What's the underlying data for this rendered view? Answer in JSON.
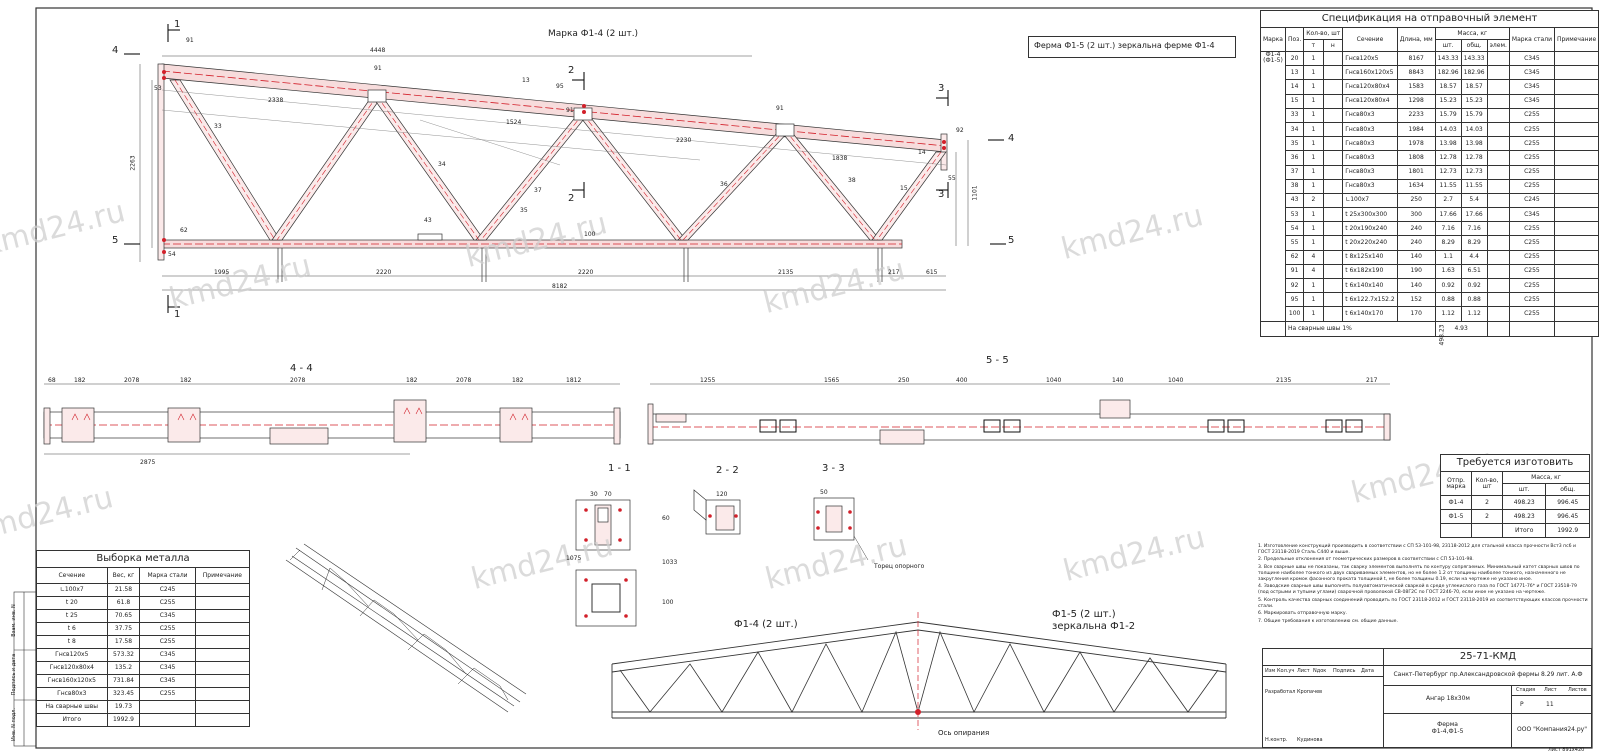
{
  "main": {
    "title": "Марка Ф1-4 (2 шт.)",
    "mirror_note": "Ферма Ф1-5 (2 шт.) зеркальна ферме Ф1-4",
    "watermark": "kmd24.ru",
    "section_labels": [
      "4 - 4",
      "5 - 5",
      "1 - 1",
      "2 - 2",
      "3 - 3"
    ],
    "cut_marks": [
      "1",
      "1",
      "2",
      "2",
      "3",
      "3",
      "4",
      "4",
      "5",
      "5"
    ],
    "overall_length": "8182",
    "overall_height": "2263",
    "dims_bottom": [
      "1995",
      "2220",
      "2220",
      "2135",
      "217",
      "615"
    ],
    "top_chord_length": "4448",
    "member_lengths": [
      "2338",
      "1524",
      "2230",
      "1838",
      "1101"
    ],
    "part_callouts": [
      "91",
      "91",
      "91",
      "91",
      "13",
      "33",
      "34",
      "35",
      "36",
      "37",
      "38",
      "43",
      "53",
      "54",
      "55",
      "62",
      "92",
      "95",
      "100",
      "14",
      "15",
      "3",
      "2"
    ],
    "section_4_4_dims": [
      "68",
      "182",
      "2078",
      "182",
      "2078",
      "182",
      "2078",
      "182",
      "1812",
      "2875"
    ],
    "section_5_5_dims": [
      "1255",
      "1565",
      "250",
      "400",
      "1040",
      "140",
      "1040",
      "2135",
      "217"
    ],
    "small_dims": [
      "30",
      "70",
      "120",
      "60",
      "100",
      "1033",
      "1075",
      "50"
    ],
    "column_axis_label": "Торец опорного",
    "iso_views": [
      "Ф1-4 (2 шт.)",
      "Ф1-5 (2 шт.)",
      "зеркальна Ф1-2"
    ],
    "axis_label": "Ось опирания"
  },
  "spec": {
    "title": "Спецификация на отправочный элемент",
    "headers": {
      "mark": "Марка",
      "pos": "Поз.",
      "qty": "Кол-во, шт",
      "qty_t": "т",
      "qty_n": "н",
      "section": "Сечение",
      "length": "Длина, мм",
      "mass": "Масса, кг",
      "mass_pc": "шт.",
      "mass_total": "общ.",
      "mass_elem": "элем.",
      "steel": "Марка стали",
      "note": "Примечание"
    },
    "mark_value": "Ф1-4\n(Ф1-5)",
    "rows": [
      [
        "20",
        "1",
        "Гнсв120х5",
        "8167",
        "143.33",
        "143.33",
        "С345"
      ],
      [
        "13",
        "1",
        "Гнсв160х120х5",
        "8843",
        "182.96",
        "182.96",
        "С345"
      ],
      [
        "14",
        "1",
        "Гнсв120х80х4",
        "1583",
        "18.57",
        "18.57",
        "С345"
      ],
      [
        "15",
        "1",
        "Гнсв120х80х4",
        "1298",
        "15.23",
        "15.23",
        "С345"
      ],
      [
        "33",
        "1",
        "Гнсв80х3",
        "2233",
        "15.79",
        "15.79",
        "С255"
      ],
      [
        "34",
        "1",
        "Гнсв80х3",
        "1984",
        "14.03",
        "14.03",
        "С255"
      ],
      [
        "35",
        "1",
        "Гнсв80х3",
        "1978",
        "13.98",
        "13.98",
        "С255"
      ],
      [
        "36",
        "1",
        "Гнсв80х3",
        "1808",
        "12.78",
        "12.78",
        "С255"
      ],
      [
        "37",
        "1",
        "Гнсв80х3",
        "1801",
        "12.73",
        "12.73",
        "С255"
      ],
      [
        "38",
        "1",
        "Гнсв80х3",
        "1634",
        "11.55",
        "11.55",
        "С255"
      ],
      [
        "43",
        "2",
        "∟100х7",
        "250",
        "2.7",
        "5.4",
        "С245"
      ],
      [
        "53",
        "1",
        "t 25х300х300",
        "300",
        "17.66",
        "17.66",
        "С345"
      ],
      [
        "54",
        "1",
        "t 20х190х240",
        "240",
        "7.16",
        "7.16",
        "С255"
      ],
      [
        "55",
        "1",
        "t 20х220х240",
        "240",
        "8.29",
        "8.29",
        "С255"
      ],
      [
        "62",
        "4",
        "t 8х125х140",
        "140",
        "1.1",
        "4.4",
        "С255"
      ],
      [
        "91",
        "4",
        "t 6х182х190",
        "190",
        "1.63",
        "6.51",
        "С255"
      ],
      [
        "92",
        "1",
        "t 6х140х140",
        "140",
        "0.92",
        "0.92",
        "С255"
      ],
      [
        "95",
        "1",
        "t 6х122.7х152.2",
        "152",
        "0.88",
        "0.88",
        "С255"
      ],
      [
        "100",
        "1",
        "t 6х140х170",
        "170",
        "1.12",
        "1.12",
        "С255"
      ]
    ],
    "weld_label": "На сварные швы 1%",
    "weld_value": "4.93",
    "element_mass": "498.23"
  },
  "required": {
    "title": "Требуется изготовить",
    "headers": {
      "mark": "Отпр. марка",
      "qty": "Кол-во, шт",
      "mass": "Масса, кг",
      "pc": "шт.",
      "total": "общ."
    },
    "rows": [
      [
        "Ф1-4",
        "2",
        "498.23",
        "996.45"
      ],
      [
        "Ф1-5",
        "2",
        "498.23",
        "996.45"
      ]
    ],
    "total_label": "Итого",
    "total_value": "1992.9"
  },
  "metal": {
    "title": "Выборка металла",
    "headers": [
      "Сечение",
      "Вес, кг",
      "Марка стали",
      "Примечание"
    ],
    "rows": [
      [
        "∟100х7",
        "21.58",
        "С245",
        ""
      ],
      [
        "t 20",
        "61.8",
        "С255",
        ""
      ],
      [
        "t 25",
        "70.65",
        "С345",
        ""
      ],
      [
        "t 6",
        "37.75",
        "С255",
        ""
      ],
      [
        "t 8",
        "17.58",
        "С255",
        ""
      ],
      [
        "Гнсв120х5",
        "573.32",
        "С345",
        ""
      ],
      [
        "Гнсв120х80х4",
        "135.2",
        "С345",
        ""
      ],
      [
        "Гнсв160х120х5",
        "731.84",
        "С345",
        ""
      ],
      [
        "Гнсв80х3",
        "323.45",
        "С255",
        ""
      ]
    ],
    "weld_label": "На сварные швы",
    "weld_value": "19.73",
    "total_label": "Итого",
    "total_value": "1992.9"
  },
  "side_stamps": [
    "Взам. инв. N",
    "Подпись и дата",
    "Инв. N подл."
  ],
  "notes": [
    "1. Изготовление конструкций производить в соответствии с СП 53-101-98, 23118-2012 для стальной класса прочности Вст3 пс6 и ГОСТ 23118-2019 Сталь С440 и выше.",
    "2. Предельные отклонения от геометрических размеров в соответствии с СП 53-101-98.",
    "3. Все сварные швы не показаны, так сварку элементов выполнять по контуру сопрягаемых. Минимальный катет сварных швов по толщине наиболее тонкого из двух свариваемых элементов, но не более 1.2 от толщины наиболее тонкого, назначенного не закругления кромок фасонного проката толщиной t, не более толщины 0.19, если на чертеже не указано иное.",
    "4. Заводские сварные швы выполнять полуавтоматической сваркой в среде углекислого газа по ГОСТ 14771-76* и ГОСТ 23518-79 (под острыми и тупыми углами) сварочной проволокой СВ-08Г2С по ГОСТ 2246-70, если иное не указано на чертеже.",
    "5. Контроль качества сварных соединений проводить по ГОСТ 23118-2012 и ГОСТ 23118-2019 из соответствующих классов прочности стали.",
    "6. Маркировать отправочную марку.",
    "7. Общие требования к изготовлению см. общие данные."
  ],
  "stamp": {
    "code": "25-71-КМД",
    "project": "Санкт-Петербург пр.Александровской фермы 8.29 лит. А.Ф",
    "object": "Ангар 18х30м",
    "sheet_title": "Ферма\nФ1-4,Ф1-5",
    "stage_label": "Стадия",
    "sheet_label": "Лист",
    "sheets_label": "Листов",
    "stage_value": "Р",
    "sheet_value": "11",
    "company": "ООО \"Компания24.ру\"",
    "headers": [
      "Изм",
      "Кол.уч",
      "Лист",
      "Nдок",
      "Подпись",
      "Дата"
    ],
    "developer_label": "Разработал",
    "developer_name": "Кропачев",
    "checker_label": "Н.контр.",
    "checker_name": "Кудинова",
    "format": "Лист 891х420"
  },
  "colors": {
    "line": "#333333",
    "red": "#d2202a",
    "pink": "#f3c6c6",
    "watermark": "#cfcfcf"
  }
}
